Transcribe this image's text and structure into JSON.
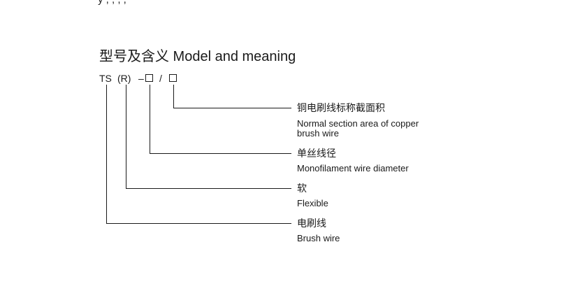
{
  "top_clipped_text": "y           ,                          ,          ,              ,",
  "heading": "型号及含义 Model and meaning",
  "model_code": {
    "ts": "TS",
    "r": "(R)",
    "dash": "–",
    "slash": "/"
  },
  "labels": [
    {
      "zh": "铜电刷线标称截面积",
      "en": [
        "Normal section area of copper",
        "brush wire"
      ]
    },
    {
      "zh": "单丝线径",
      "en": [
        "Monofilament wire diameter"
      ]
    },
    {
      "zh": "软",
      "en": [
        "Flexible"
      ]
    },
    {
      "zh": "电刷线",
      "en": [
        "Brush wire"
      ]
    }
  ]
}
